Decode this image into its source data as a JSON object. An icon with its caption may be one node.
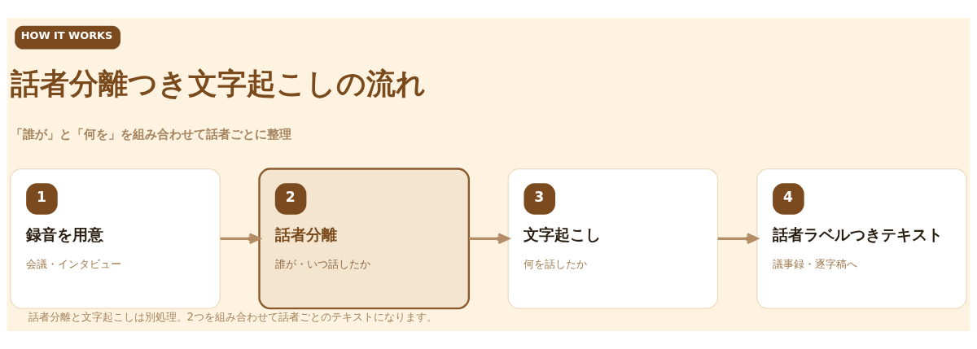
{
  "diagram": {
    "title": "話者分離つき文字起こしの流れ",
    "caption": "話者分離と文字起こしは別処理。2つを組み合わせて話者ごとのテキストになります。",
    "nodes": [
      {
        "text": [
          "1",
          "録音を用意",
          "会議・インタビュー"
        ]
      },
      {
        "text": [
          "2",
          "話者分離",
          "誰が・いつ話したか"
        ]
      },
      {
        "text": [
          "3",
          "文字起こし",
          "何を話したか"
        ]
      },
      {
        "text": [
          "4",
          "話者ラベルつきテキスト",
          "議事録・逐字稿へ"
        ]
      }
    ],
    "edges": [
      {
        "from": 0,
        "to": 1,
        "arrow": "to"
      },
      {
        "from": 1,
        "to": 2,
        "arrow": "to"
      },
      {
        "from": 2,
        "to": 3,
        "arrow": "to"
      }
    ],
    "labels": [
      "HOW IT WORKS",
      "「誰が」と「何を」を組み合わせて話者ごとに整理"
    ]
  }
}
